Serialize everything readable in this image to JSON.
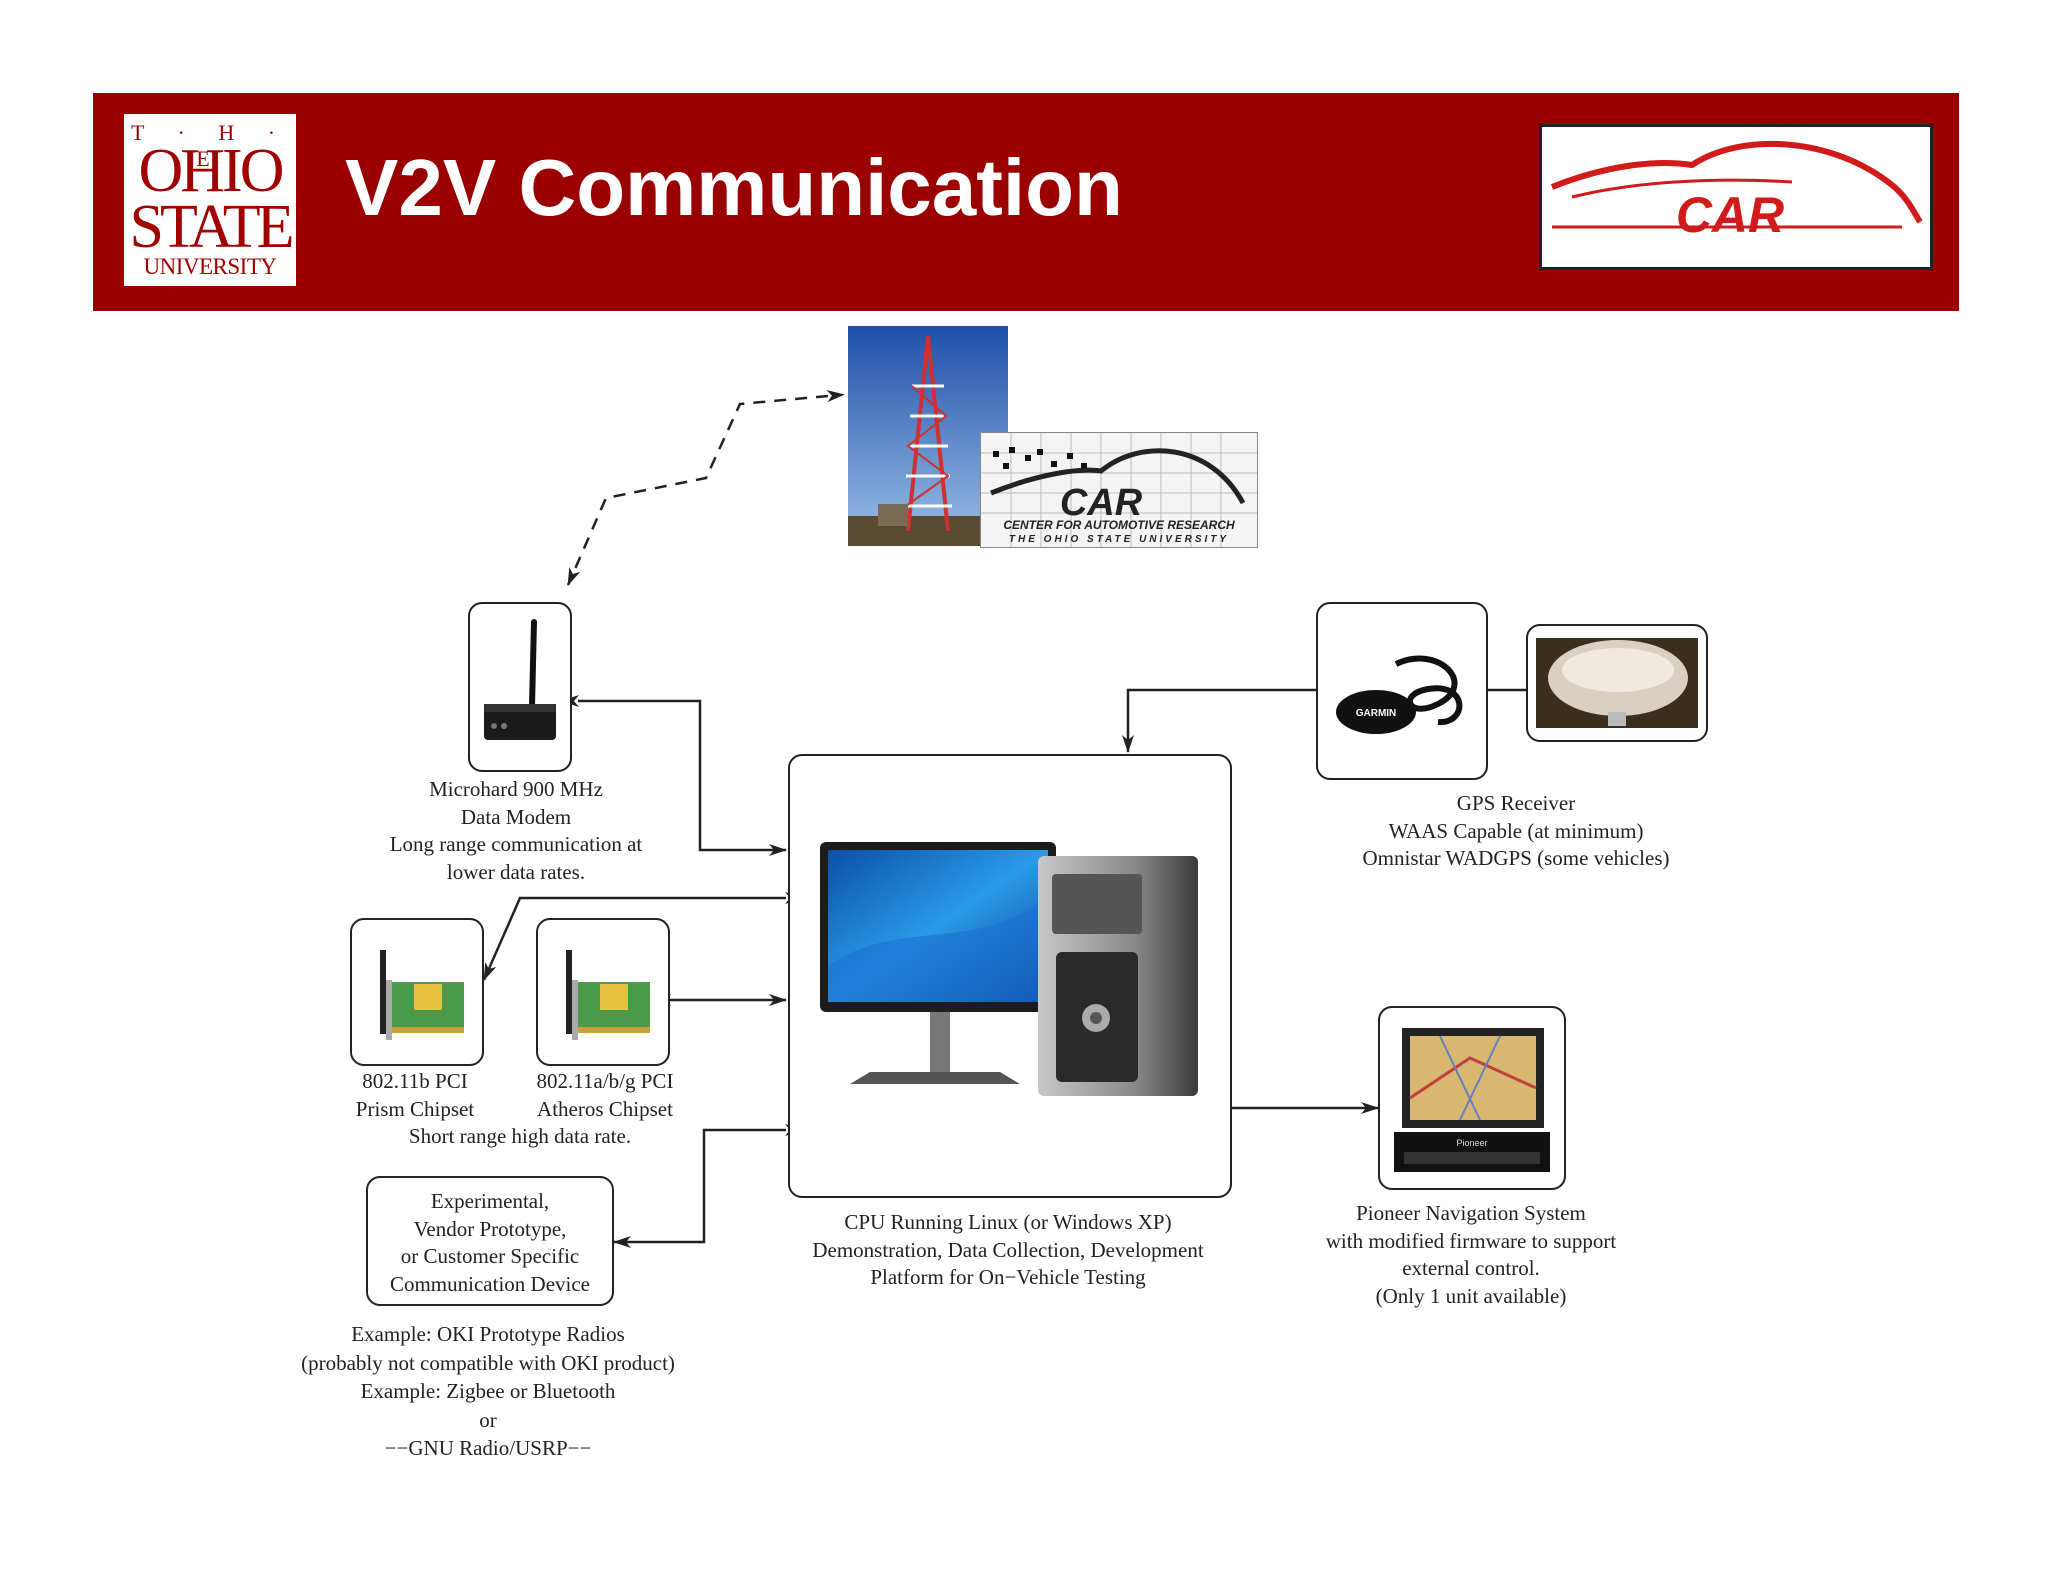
{
  "header": {
    "title": "V2V Communication",
    "osu_logo": {
      "line1": "T · H · E",
      "line2": "OHIO",
      "line3": "STATE",
      "line4": "UNIVERSITY"
    },
    "car_logo_text": "CAR"
  },
  "tower_image": {
    "badge_line1": "CENTER FOR AUTOMOTIVE RESEARCH",
    "badge_line2": "THE OHIO STATE UNIVERSITY",
    "badge_logo_text": "CAR"
  },
  "modem": {
    "caption": [
      "Microhard 900 MHz",
      "Data Modem",
      "Long range communication at",
      "lower data rates."
    ]
  },
  "pci_b": {
    "caption": [
      "802.11b PCI",
      "Prism Chipset"
    ]
  },
  "pci_abg": {
    "caption": [
      "802.11a/b/g PCI",
      "Atheros Chipset"
    ]
  },
  "pci_shared_caption": "Short range high data rate.",
  "experimental": {
    "box_text": [
      "Experimental,",
      "Vendor Prototype,",
      "or Customer Specific",
      "Communication Device"
    ],
    "caption": [
      "Example: OKI Prototype Radios",
      "(probably not compatible with OKI product)",
      "Example: Zigbee or Bluetooth",
      "or",
      "−−GNU Radio/USRP−−"
    ]
  },
  "cpu": {
    "caption": [
      "CPU Running Linux (or Windows XP)",
      "Demonstration, Data Collection, Development",
      "Platform for On−Vehicle Testing"
    ]
  },
  "gps": {
    "brand_text": "GARMIN",
    "caption": [
      "GPS Receiver",
      "WAAS Capable (at minimum)",
      "Omnistar WADGPS (some vehicles)"
    ]
  },
  "pioneer": {
    "brand_text": "Pioneer",
    "caption": [
      "Pioneer Navigation System",
      "with modified firmware to support",
      "external control.",
      "(Only 1 unit available)"
    ]
  },
  "colors": {
    "header_red": "#9b0000",
    "logo_red": "#d11a1a",
    "line": "#222222"
  }
}
